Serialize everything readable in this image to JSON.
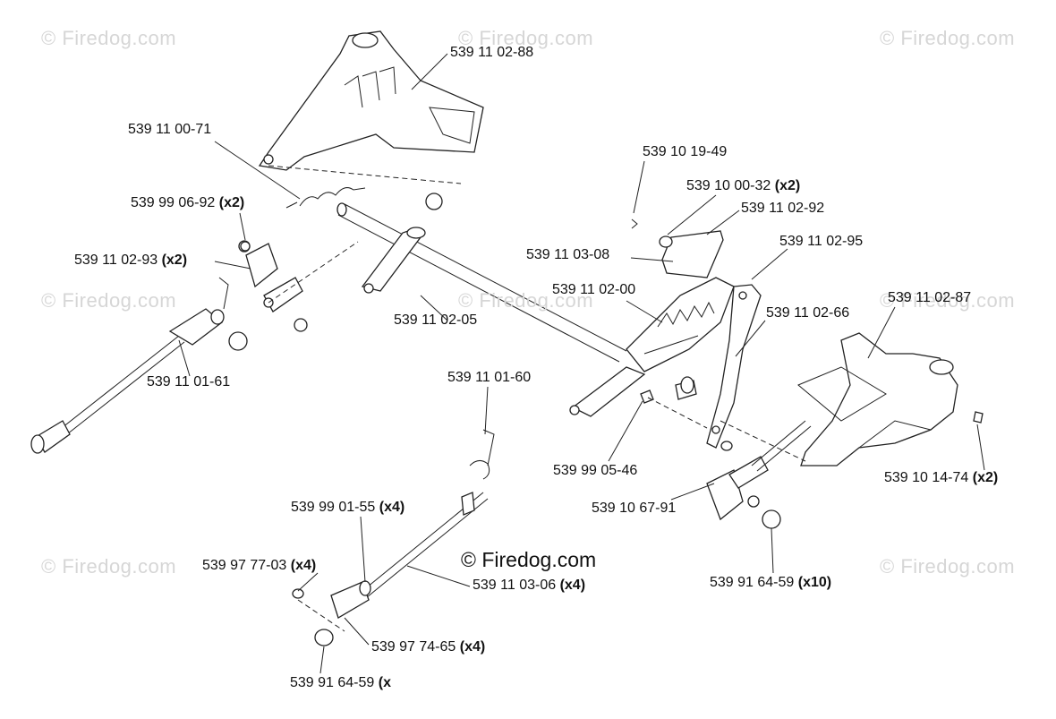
{
  "watermark": "© Firedog.com",
  "parts": [
    {
      "id": "p1",
      "number": "539 11 02-88",
      "qty": ""
    },
    {
      "id": "p2",
      "number": "539 11 00-71",
      "qty": ""
    },
    {
      "id": "p3",
      "number": "539 99 06-92",
      "qty": "(x2)"
    },
    {
      "id": "p4",
      "number": "539 11 02-93",
      "qty": "(x2)"
    },
    {
      "id": "p5",
      "number": "539 10 19-49",
      "qty": ""
    },
    {
      "id": "p6",
      "number": "539 10 00-32",
      "qty": "(x2)"
    },
    {
      "id": "p7",
      "number": "539 11 02-92",
      "qty": ""
    },
    {
      "id": "p8",
      "number": "539 11 03-08",
      "qty": ""
    },
    {
      "id": "p9",
      "number": "539 11 02-95",
      "qty": ""
    },
    {
      "id": "p10",
      "number": "539 11 02-00",
      "qty": ""
    },
    {
      "id": "p11",
      "number": "539 11 02-87",
      "qty": ""
    },
    {
      "id": "p12",
      "number": "539 11 02-66",
      "qty": ""
    },
    {
      "id": "p13",
      "number": "539 11 02-05",
      "qty": ""
    },
    {
      "id": "p14",
      "number": "539 11 01-61",
      "qty": ""
    },
    {
      "id": "p15",
      "number": "539 11 01-60",
      "qty": ""
    },
    {
      "id": "p16",
      "number": "539 99 05-46",
      "qty": ""
    },
    {
      "id": "p17",
      "number": "539 10 14-74",
      "qty": "(x2)"
    },
    {
      "id": "p18",
      "number": "539 10 67-91",
      "qty": ""
    },
    {
      "id": "p19",
      "number": "539 99 01-55",
      "qty": "(x4)"
    },
    {
      "id": "p20",
      "number": "539 97 77-03",
      "qty": "(x4)"
    },
    {
      "id": "p21",
      "number": "539 11 03-06",
      "qty": "(x4)"
    },
    {
      "id": "p22",
      "number": "539 91 64-59",
      "qty": "(x10)"
    },
    {
      "id": "p23",
      "number": "539 97 74-65",
      "qty": "(x4)"
    },
    {
      "id": "p24",
      "number": "539 91 64-59",
      "qty": "(x"
    }
  ]
}
